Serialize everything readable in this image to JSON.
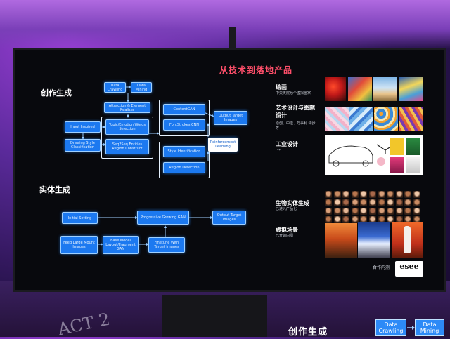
{
  "slide": {
    "title": "从技术到落地产品",
    "section_creative": "创作生成",
    "section_entity": "实体生成"
  },
  "flow_top": {
    "data_crawling": "Data Crawling",
    "data_mining": "Data Mining",
    "attraction": "Attraction & Element Realizer",
    "input_inspired": "Input Inspired",
    "topic_word": "Topic/Emotion Words Selection",
    "drawing_style": "Drawing Style Classification",
    "seq2seq": "Seq2Seq Entities Region Construct",
    "content_gan": "ContentGAN",
    "font_strokes": "FontStrokes CNN",
    "style_identification": "Style Identification",
    "region_detection": "Region Detection",
    "reinforcement": "Reinforcement Learning",
    "output_target_top": "Output Target Images"
  },
  "flow_bottom": {
    "initial_setting": "Initial Setting",
    "progressive_gan": "Progressive Growing GAN",
    "output_target_bottom": "Output Target Images",
    "feed_large": "Feed Large Mount Images",
    "base_model": "Base Model Layout/Fragment GAN",
    "finetune": "Finetune With Target Images"
  },
  "right_panel": {
    "painting": "绘画",
    "painting_sub": "中央美院七个虚拟画家",
    "art_design": "艺术设计与图案设计",
    "art_design_sub": "原创、中选、万事利 特步等",
    "industrial": "工业设计",
    "industrial_sub": "**",
    "bio": "生物实体生成",
    "bio_sub": "已进入产品化",
    "virtual": "虚拟场景",
    "virtual_sub": "已开始内测",
    "partner": "合作内测",
    "logo_text": "esee"
  },
  "overlay": {
    "title": "创作生成",
    "box1": "Data Crawling",
    "box2": "Data Mining"
  },
  "stage": {
    "act_text": "ACT 2"
  }
}
